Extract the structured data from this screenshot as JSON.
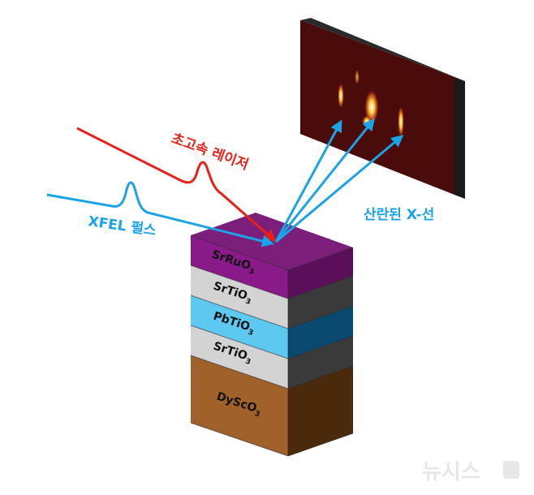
{
  "labels": {
    "laser": "초고속 레이저",
    "xfel": "XFEL 펄스",
    "scattered": "산란된 X-선"
  },
  "layers": [
    {
      "name": "SrRuO",
      "sub": "3",
      "color": "#8a1a8a"
    },
    {
      "name": "SrTiO",
      "sub": "3",
      "color": "#d3d3d3"
    },
    {
      "name": "PbTiO",
      "sub": "3",
      "color": "#5dc8f0"
    },
    {
      "name": "SrTiO",
      "sub": "3",
      "color": "#d3d3d3"
    },
    {
      "name": "DyScO",
      "sub": "3",
      "color": "#a0622a"
    }
  ],
  "watermark": "뉴시스",
  "colors": {
    "laser": "#e8201a",
    "xray": "#1aa3e6",
    "detector": "#4a0a0a"
  }
}
